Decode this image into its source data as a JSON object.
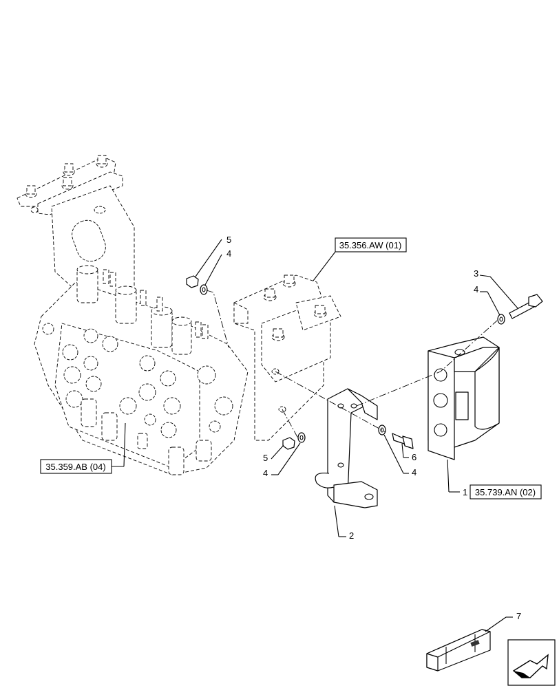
{
  "references": {
    "ref_top": "35.356.AW (01)",
    "ref_left": "35.359.AB (04)",
    "ref_right": "35.739.AN (02)"
  },
  "callouts": {
    "c1": "1",
    "c2": "2",
    "c3": "3",
    "c4a": "4",
    "c4b": "4",
    "c4c": "4",
    "c4d": "4",
    "c5a": "5",
    "c5b": "5",
    "c6": "6",
    "c7": "7"
  }
}
